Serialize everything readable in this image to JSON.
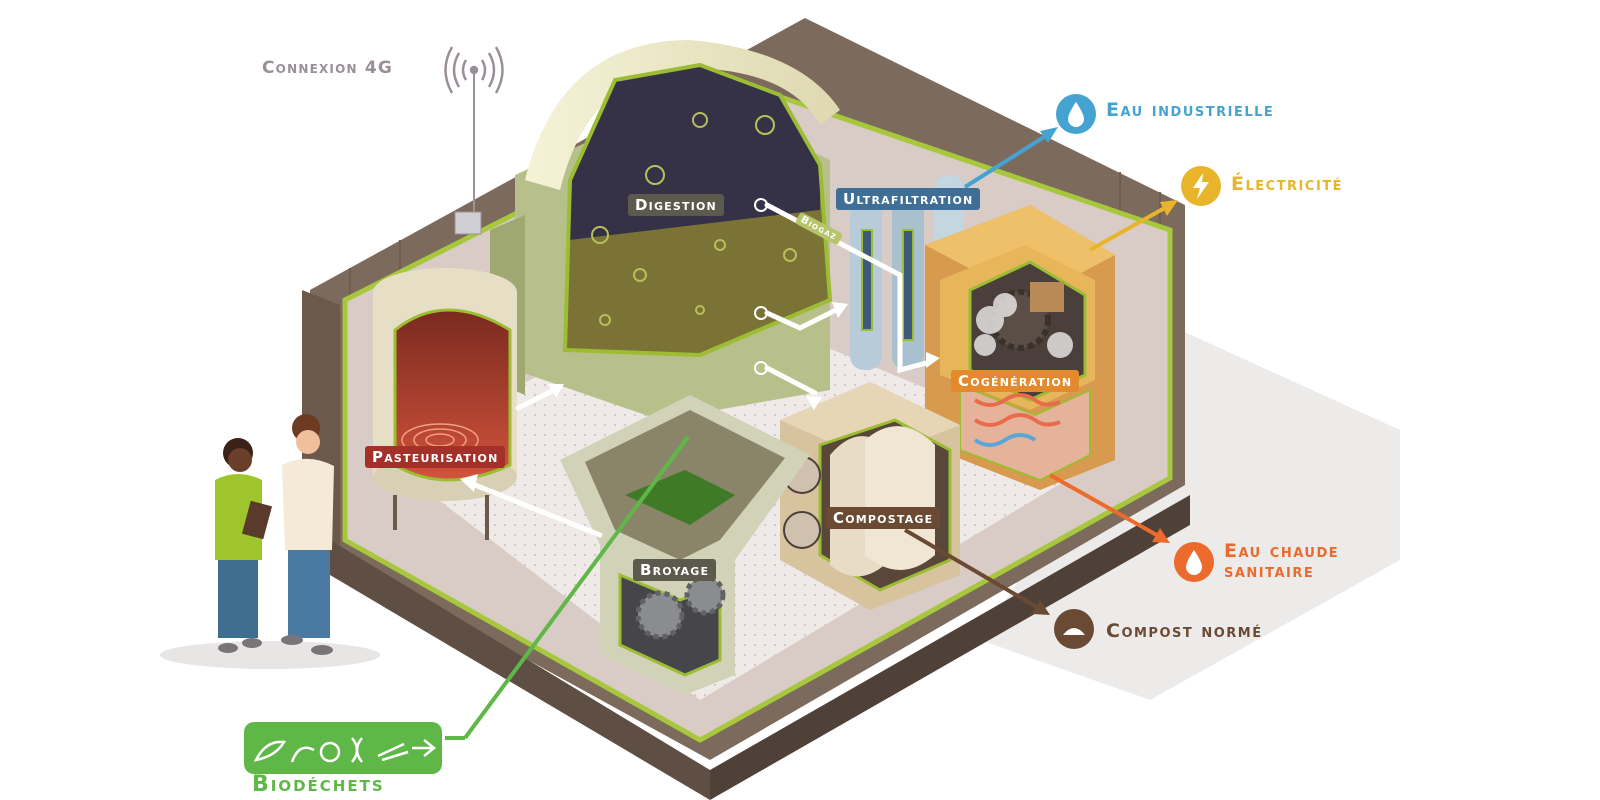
{
  "labels": {
    "connexion": "Connexion 4G",
    "digestion": "Digestion",
    "biogaz": "Biogaz",
    "ultrafiltration": "Ultrafiltration",
    "pasteurisation": "Pasteurisation",
    "broyage": "Broyage",
    "compostage": "Compostage",
    "cogeneration": "Cogénération",
    "biodechets": "Biodéchets"
  },
  "outputs": {
    "eau_industrielle": "Eau industrielle",
    "electricite": "Électricité",
    "eau_chaude_line1": "Eau chaude",
    "eau_chaude_line2": "sanitaire",
    "compost": "Compost normé"
  },
  "colors": {
    "eau_industrielle": "#45a3d1",
    "electricite": "#e8b52a",
    "eau_chaude": "#ec6a2b",
    "compost": "#6b4a34",
    "biodechets": "#5fb747",
    "connexion": "#9a8f99"
  },
  "icons": {
    "eau_industrielle": "water-drop-icon",
    "electricite": "lightning-icon",
    "eau_chaude": "hot-water-drop-icon",
    "compost": "compost-pile-icon",
    "connexion": "antenna-signal-icon",
    "biodechets": "food-waste-icon"
  }
}
